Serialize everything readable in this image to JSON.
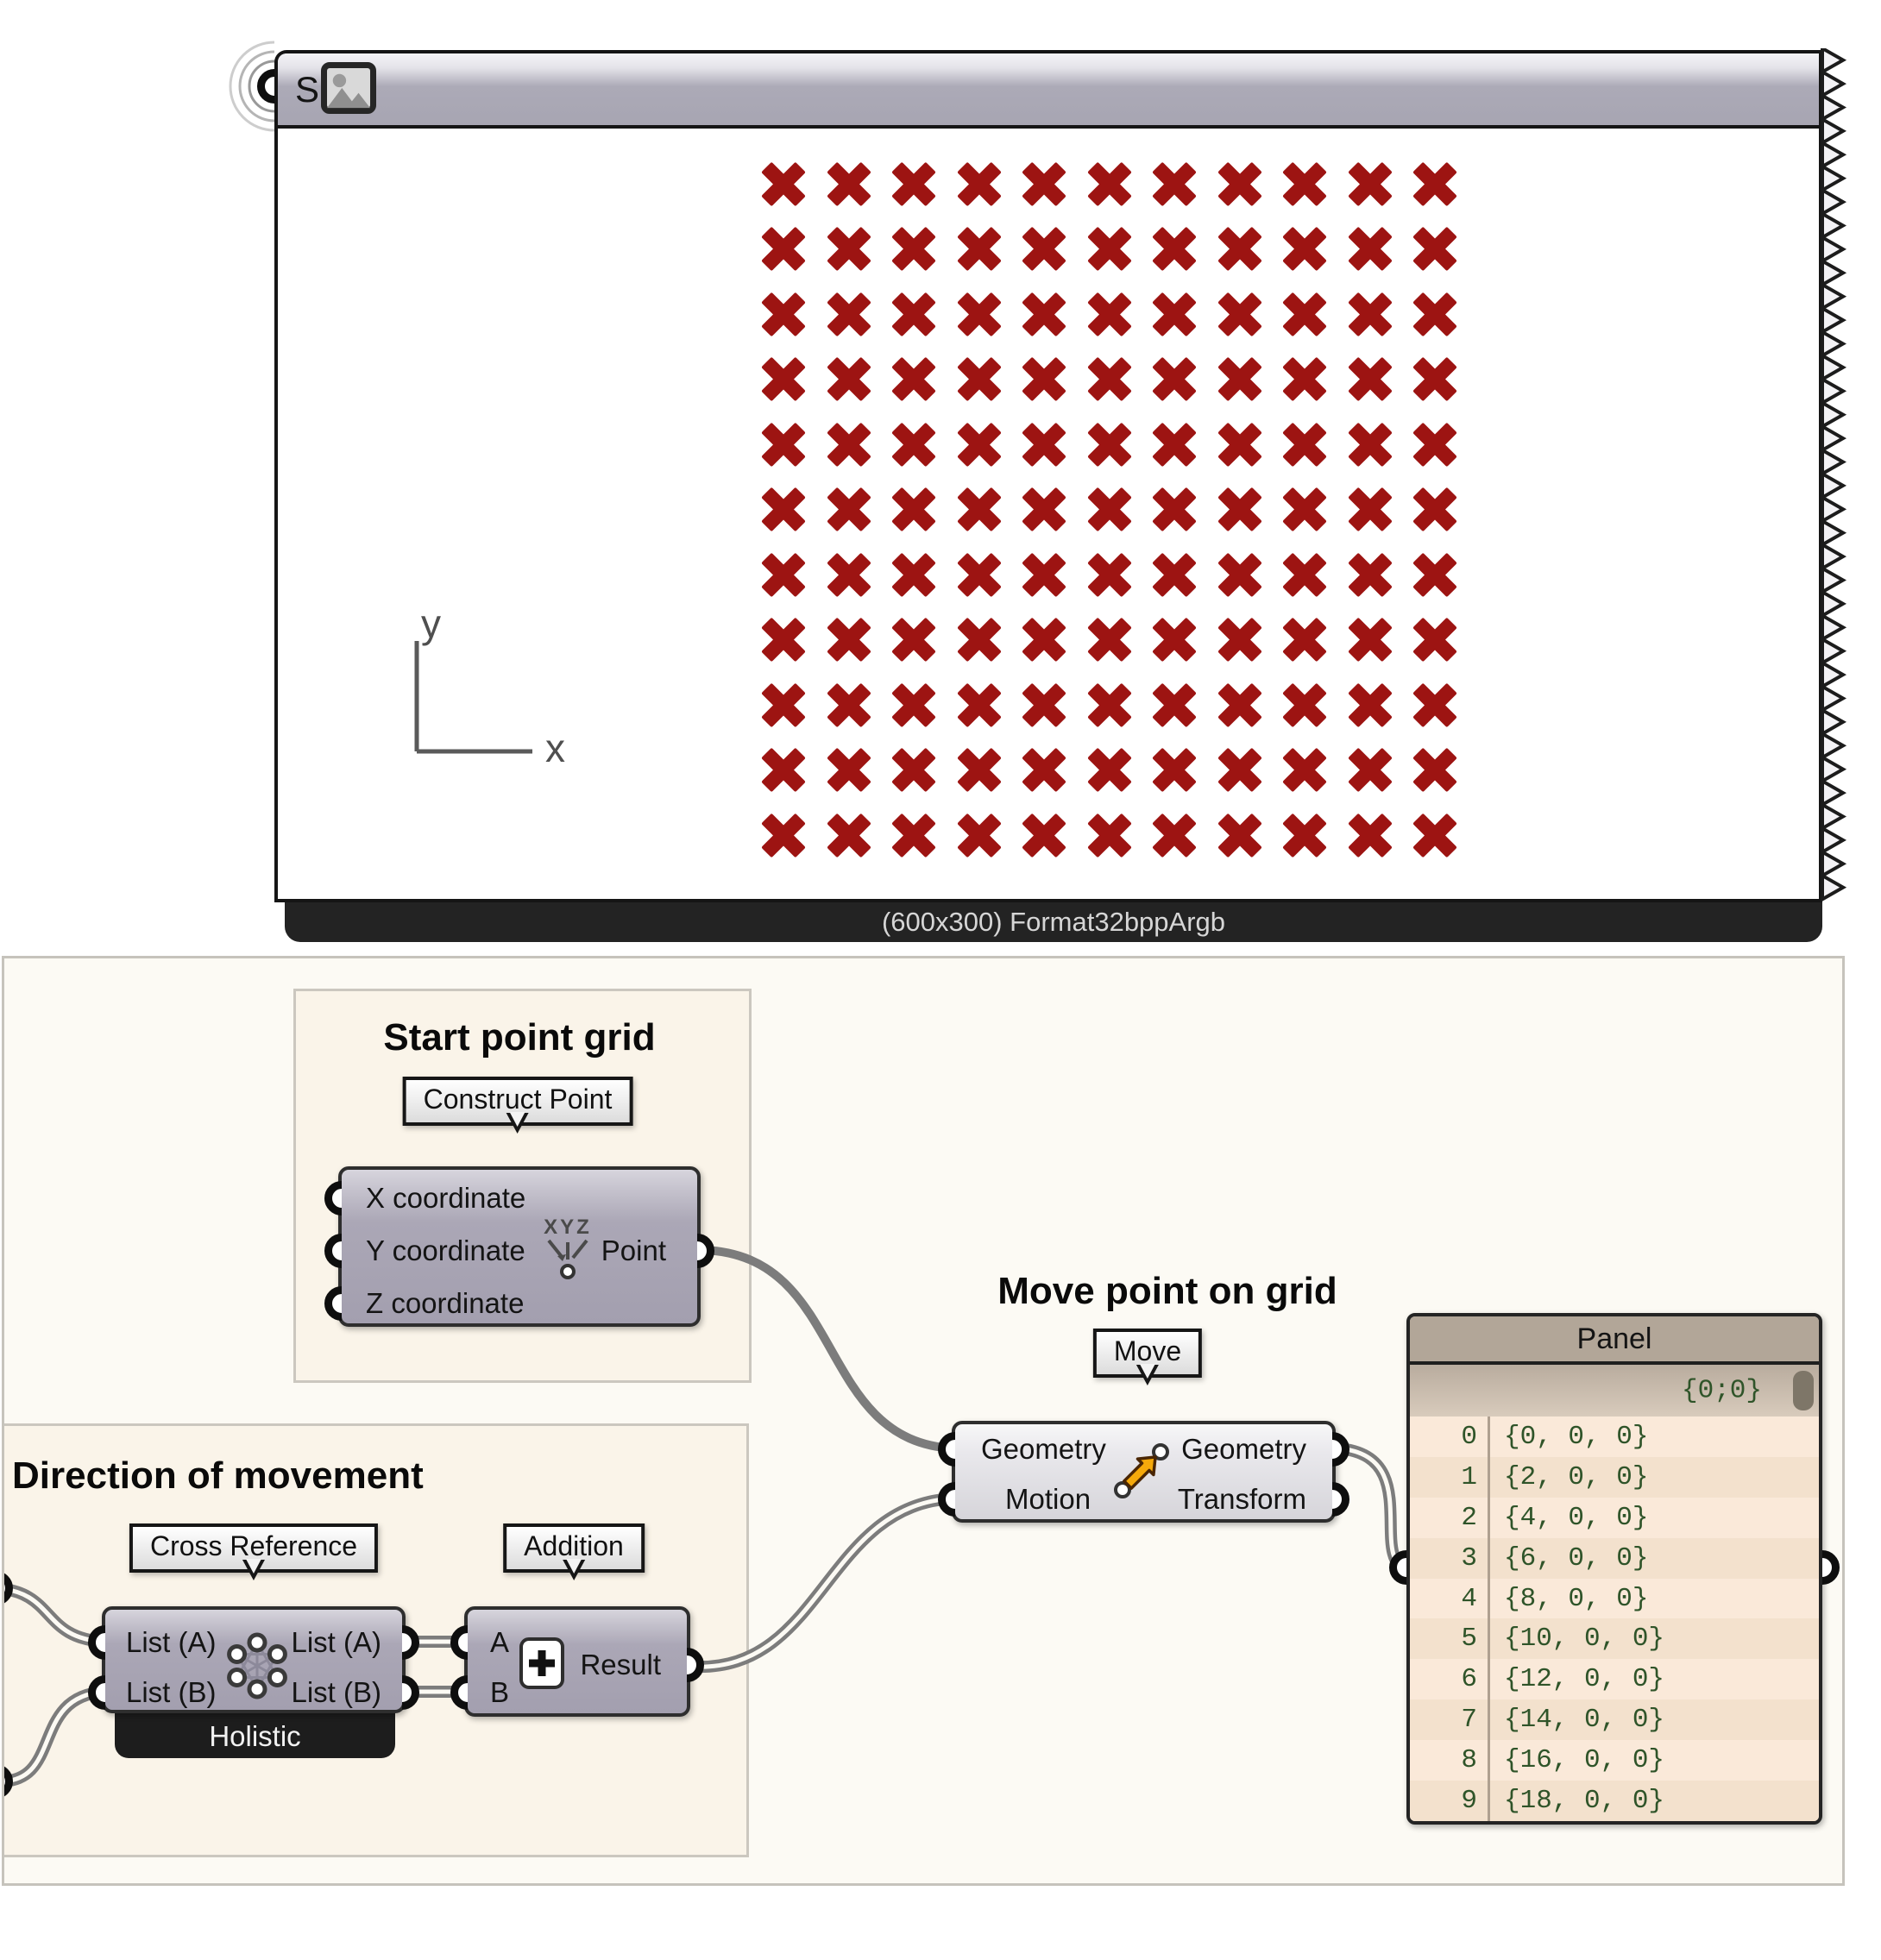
{
  "viewer": {
    "tab_label": "S",
    "caption": "(600x300) Format32bppArgb",
    "axis": {
      "x": "x",
      "y": "y"
    },
    "grid": {
      "cols": 11,
      "rows": 11,
      "mark_color": "#9D1412"
    }
  },
  "canvas": {
    "groups": {
      "start": {
        "title": "Start point grid"
      },
      "direction": {
        "title": "Direction of movement"
      },
      "move": {
        "title": "Move point on grid"
      }
    },
    "components": {
      "construct_point": {
        "label": "Construct Point",
        "inputs": [
          "X coordinate",
          "Y coordinate",
          "Z coordinate"
        ],
        "output": "Point"
      },
      "cross_reference": {
        "label": "Cross Reference",
        "inputs": [
          "List (A)",
          "List (B)"
        ],
        "outputs": [
          "List (A)",
          "List (B)"
        ],
        "mode": "Holistic"
      },
      "addition": {
        "label": "Addition",
        "inputs": [
          "A",
          "B"
        ],
        "output": "Result"
      },
      "move": {
        "label": "Move",
        "inputs": [
          "Geometry",
          "Motion"
        ],
        "outputs": [
          "Geometry",
          "Transform"
        ]
      },
      "panel": {
        "title": "Panel",
        "path_header": "{0;0}",
        "rows": [
          {
            "index": "0",
            "value": "{0, 0, 0}"
          },
          {
            "index": "1",
            "value": "{2, 0, 0}"
          },
          {
            "index": "2",
            "value": "{4, 0, 0}"
          },
          {
            "index": "3",
            "value": "{6, 0, 0}"
          },
          {
            "index": "4",
            "value": "{8, 0, 0}"
          },
          {
            "index": "5",
            "value": "{10, 0, 0}"
          },
          {
            "index": "6",
            "value": "{12, 0, 0}"
          },
          {
            "index": "7",
            "value": "{14, 0, 0}"
          },
          {
            "index": "8",
            "value": "{16, 0, 0}"
          },
          {
            "index": "9",
            "value": "{18, 0, 0}"
          }
        ]
      }
    },
    "colors": {
      "mark_red": "#9D1412",
      "wire_gray": "#7C7C7C",
      "panel_green": "#2F5429"
    }
  }
}
